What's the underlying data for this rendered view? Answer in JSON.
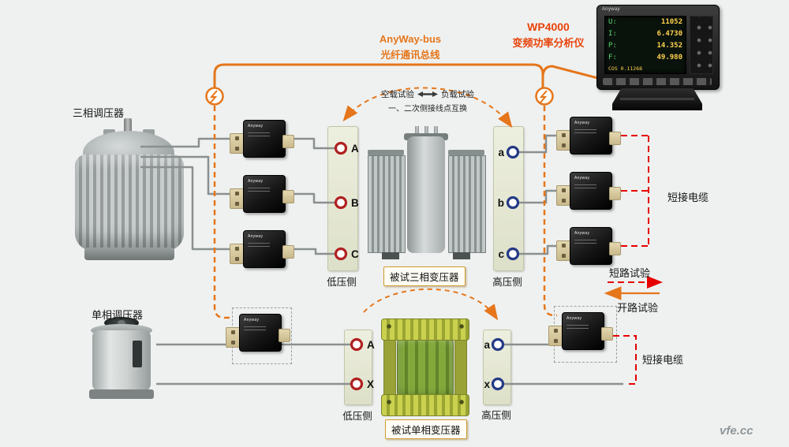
{
  "titles": {
    "bus1": "AnyWay-bus",
    "bus2": "光纤通讯总线",
    "an1": "WP4000",
    "an2": "变频功率分析仪"
  },
  "labels": {
    "reg3": "三相调压器",
    "reg1": "单相调压器",
    "lv_top": "低压侧",
    "hv_top": "高压侧",
    "lv_bot": "低压侧",
    "hv_bot": "高压侧",
    "dut3": "被试三相变压器",
    "dut1": "被试单相变压器",
    "short_cable_top": "短接电缆",
    "short_cable_bot": "短接电缆",
    "short_test": "短路试验",
    "open_test": "开路试验",
    "no_load": "空载试验",
    "load": "负载试验",
    "swap": "一、二次侧接线点互换"
  },
  "terminals": {
    "lv_top": [
      "A",
      "B",
      "C"
    ],
    "hv_top": [
      "a",
      "b",
      "c"
    ],
    "lv_bot": [
      "A",
      "X"
    ],
    "hv_bot": [
      "a",
      "x"
    ]
  },
  "analyzer": {
    "brand": "Anyway",
    "rows": [
      {
        "k": "U:",
        "v": "11052"
      },
      {
        "k": "I:",
        "v": "6.4730"
      },
      {
        "k": "P:",
        "v": "14.352"
      },
      {
        "k": "F:",
        "v": "49.980"
      }
    ],
    "footer": "COS 0.11268"
  },
  "sensor": {
    "brand": "Anyway"
  },
  "watermark": "vfe.cc",
  "colors": {
    "accent_orange": "#e5761b",
    "cable_red": "#e60000",
    "title_red": "#e8430a",
    "wire_gray": "#8a9090"
  }
}
